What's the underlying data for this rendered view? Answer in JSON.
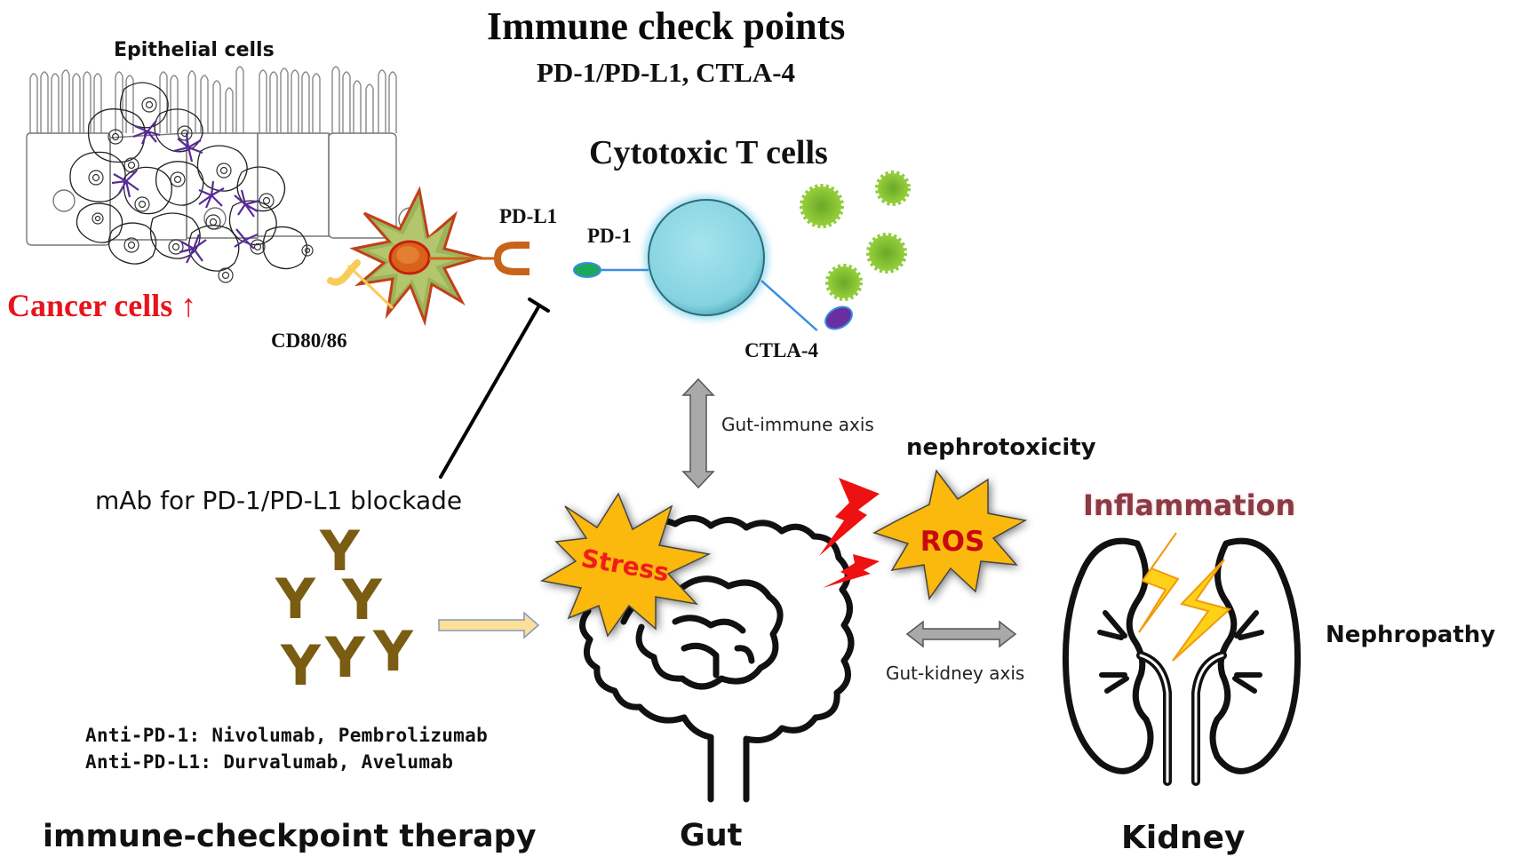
{
  "titles": {
    "main": "Immune check points",
    "subtitle": "PD-1/PD-L1, CTLA-4",
    "t_cells": "Cytotoxic T cells"
  },
  "labels": {
    "epithelial": "Epithelial cells",
    "cancer": "Cancer cells ↑",
    "cd80": "CD80/86",
    "pdl1": "PD-L1",
    "pd1": "PD-1",
    "ctla4": "CTLA-4",
    "gut_immune_axis": "Gut-immune axis",
    "nephrotoxicity": "nephrotoxicity",
    "stress": "Stress",
    "ros": "ROS",
    "inflammation": "Inflammation",
    "nephropathy": "Nephropathy",
    "gut_kidney_axis": "Gut-kidney axis",
    "mab": "mAb for PD-1/PD-L1 blockade",
    "therapy": "immune-checkpoint therapy",
    "gut": "Gut",
    "kidney": "Kidney"
  },
  "drugs": [
    "Anti-PD-1: Nivolumab, Pembrolizumab",
    "Anti-PD-L1: Durvalumab, Avelumab"
  ],
  "icons": {
    "antibody_glyph": "Y"
  },
  "colors": {
    "cancer_text": "#e8141b",
    "antibody": "#7a5c12",
    "t_cell": "#8dd6e3",
    "starburst": "#fbb80f",
    "bolt_red": "#ee1111",
    "bolt_yellow": "#ffd21a",
    "inflammation_text": "#8a3a44",
    "pdl1_receptor": "#c8641a",
    "cd80_receptor": "#f8cc5a",
    "pd1_receptor": "#1da85b",
    "ctla4_receptor": "#6a2ea0",
    "virus": "#7fbf2a",
    "arrow_gray": "#a9a9a9",
    "arrow_yellow": "#fbe09a"
  }
}
